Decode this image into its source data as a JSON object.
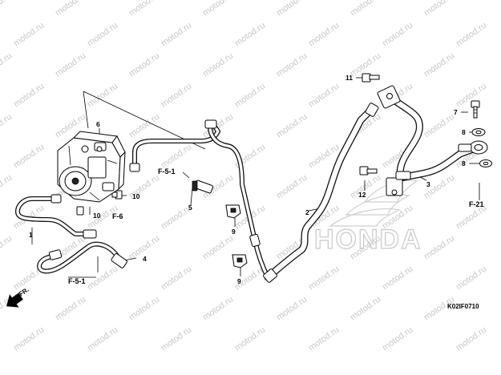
{
  "diagram": {
    "watermark_text": "motod.ru",
    "brand_watermark": "HONDA",
    "diagram_code": "K02IF0710",
    "direction_label": "FR.",
    "part_numbers": [
      "1",
      "2",
      "3",
      "4",
      "5",
      "6",
      "7",
      "8",
      "8",
      "9",
      "9",
      "10",
      "10",
      "11",
      "12"
    ],
    "references": [
      "F-5-1",
      "F-5-1",
      "F-6",
      "F-21"
    ]
  },
  "colors": {
    "line": "#000000",
    "watermark": "#c8c8c8",
    "background": "#ffffff"
  }
}
